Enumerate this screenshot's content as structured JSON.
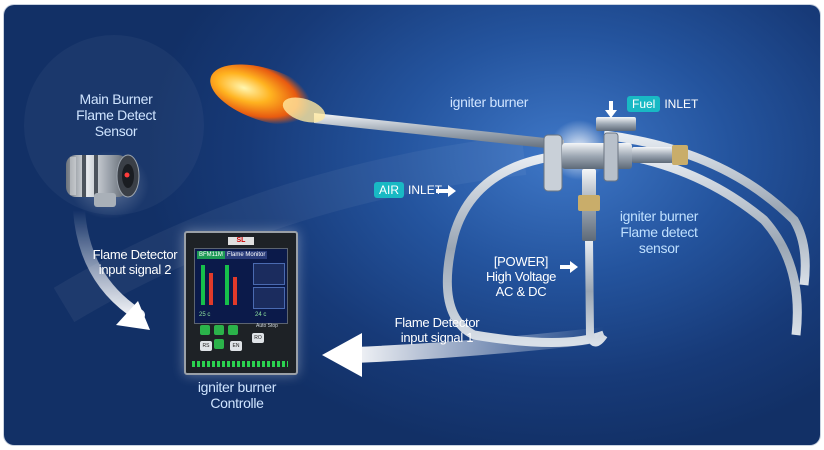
{
  "labels": {
    "main_sensor_title": [
      "Main Burner",
      "Flame Detect",
      "Sensor"
    ],
    "flame_detector_2": [
      "Flame Detector",
      "input signal 2"
    ],
    "flame_detector_1": [
      "Flame Detector",
      "input signal 1"
    ],
    "igniter_burner": "igniter burner",
    "igniter_sensor": [
      "igniter burner",
      "Flame detect",
      "sensor"
    ],
    "power": [
      "[POWER]",
      "High Voltage",
      "AC & DC"
    ],
    "controller_title": [
      "igniter burner",
      "Controlle"
    ]
  },
  "inlets": {
    "fuel": {
      "badge": "Fuel",
      "text": "INLET"
    },
    "air": {
      "badge": "AIR",
      "text": "INLET"
    }
  },
  "controller": {
    "brand": "SL",
    "model": "BFM11M",
    "screen_title": "Flame Monitor",
    "temp_left": "25 c",
    "temp_right": "24 c",
    "button_1": "RS",
    "button_2": "EN",
    "button_3": "RO",
    "auto_label": "Auto Stop"
  },
  "colors": {
    "background": "#173a78",
    "badge": "#19b9c4",
    "label_blue": "#cfe4ff"
  }
}
